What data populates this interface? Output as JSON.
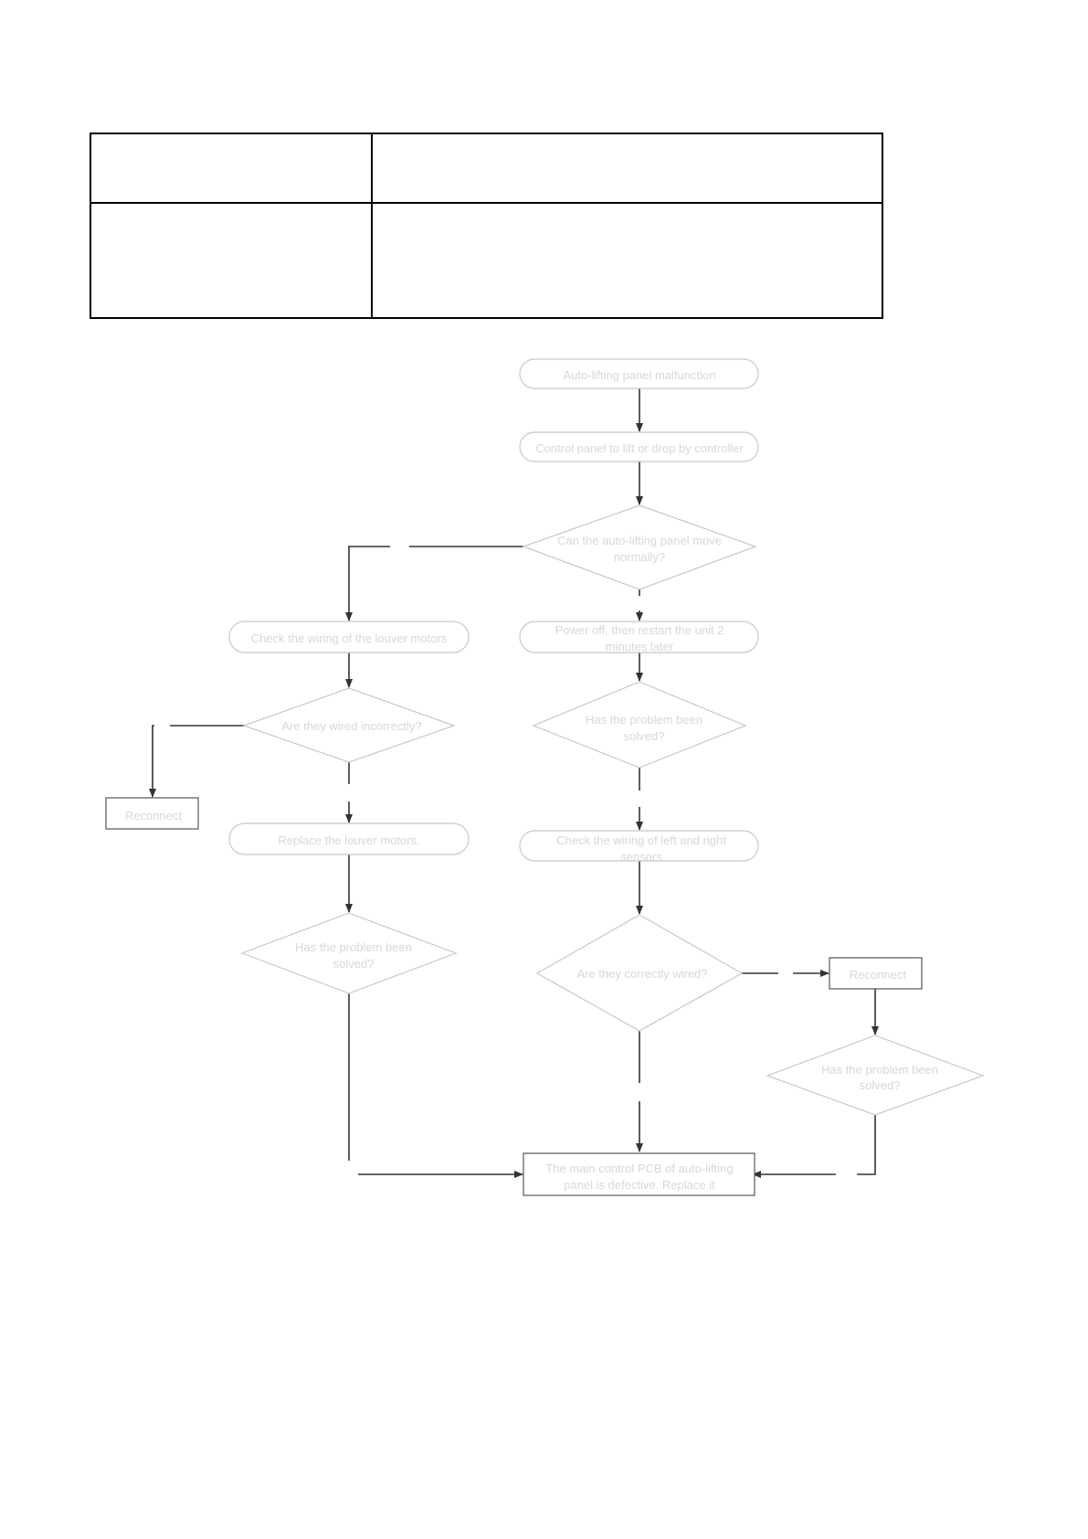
{
  "table": {
    "row1": {
      "left": "",
      "right": ""
    },
    "row2": {
      "left": "",
      "right": ""
    }
  },
  "flowchart": {
    "start": "Auto-lifting panel malfunction",
    "step_control": "Control panel to lift or drop by controller",
    "q_move": [
      "Can the auto-lifting panel move",
      "normally?"
    ],
    "step_power": [
      "Power off, then restart the unit 2",
      "minutes later"
    ],
    "q_solved_1": [
      "Has the problem been",
      "solved?"
    ],
    "step_check_sensors": [
      "Check the wiring of left and right",
      "sensors"
    ],
    "q_correct": "Are they correctly wired?",
    "step_reconnect_right": "Reconnect",
    "q_solved_3": [
      "Has the problem been",
      "solved?"
    ],
    "end": [
      "The main control PCB of auto-lifting",
      "panel is defective. Replace it"
    ],
    "step_check_louver": "Check the wiring of the louver motors",
    "q_incorrect": "Are they wired incorrectly?",
    "step_reconnect_left": "Reconnect",
    "step_replace": "Replace the louver motors.",
    "q_solved_2": [
      "Has the problem been",
      "solved?"
    ]
  },
  "colors": {
    "connector": "#333333",
    "shape_border": "#c8c8c8",
    "box_border": "#555555",
    "text": "#d7d7d7"
  }
}
